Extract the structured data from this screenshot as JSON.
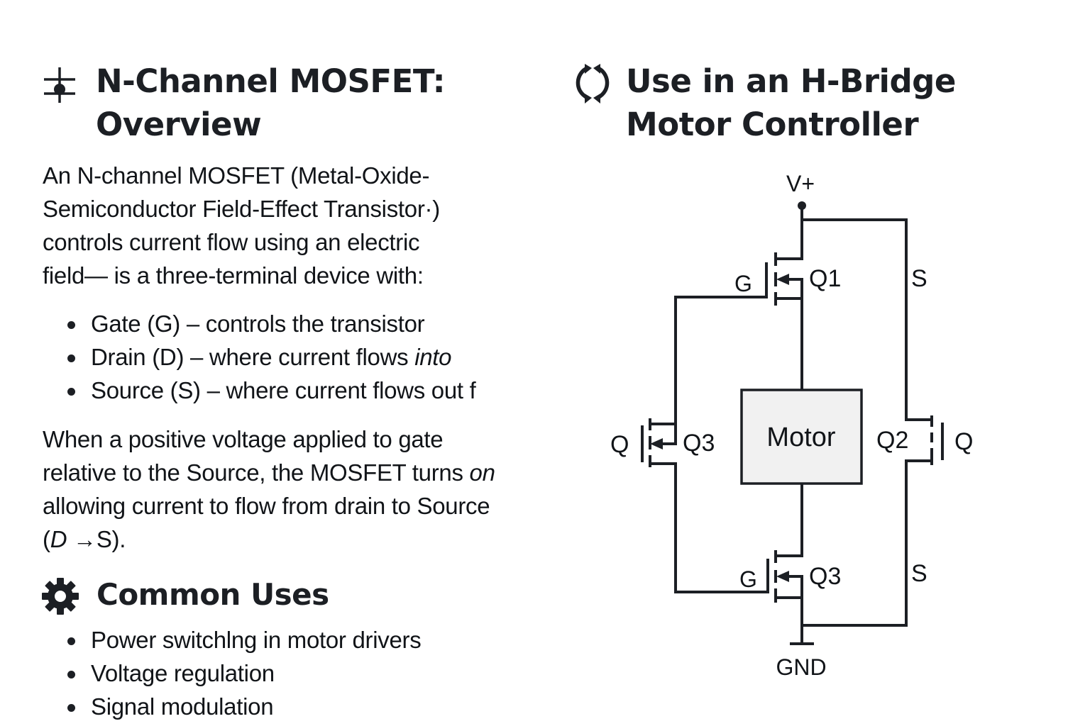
{
  "overview": {
    "icon": "mosfet-symbol-icon",
    "title_line1": "N-Channel MOSFET:",
    "title_line2": "Overview",
    "intro_lines": [
      "An N-channel MOSFET (Metal-Oxide-",
      "Semiconductor Field-Effect Transistor·)",
      "controls current flow using an electric",
      "field— is a three-terminal device with:"
    ],
    "terminals": [
      {
        "text": "Gate (G) – controls the transistor",
        "emph": ""
      },
      {
        "text": "Drain (D) – where current flows ",
        "emph": "into"
      },
      {
        "text": "Source (S) – where current flows out f",
        "emph": ""
      }
    ],
    "explain_lines": [
      {
        "text": "When a positive voltage applied to gate",
        "emph": ""
      },
      {
        "text": "relative to the Source, the MOSFET turns ",
        "emph": "on"
      },
      {
        "text": "allowing current to flow from drain to Source",
        "emph": ""
      }
    ],
    "explain_last": {
      "open": "(",
      "d": "D",
      "arrow": "→",
      "s": "S",
      "close": ")."
    }
  },
  "uses": {
    "icon": "gear-icon",
    "title": "Common Uses",
    "items": [
      "Power switchlng in motor drivers",
      "Voltage regulation",
      "Signal modulation"
    ]
  },
  "hbridge": {
    "icon": "cycle-arrows-icon",
    "title_line1": "Use in an H-Bridge",
    "title_line2": "Motor Controller",
    "diagram": {
      "supply_label": "V+",
      "ground_label": "GND",
      "motor_label": "Motor",
      "q1_label": "Q1",
      "q1_gate_label": "G",
      "q1_side_label": "S",
      "left_mid_outer_label": "Q",
      "left_mid_label": "Q3",
      "right_mid_label": "Q2",
      "right_mid_outer_label": "Q",
      "bottom_label": "Q3",
      "bottom_gate_label": "G",
      "bottom_side_label": "S",
      "colors": {
        "line": "#1c1f24",
        "motor_fill": "#f1f1f1"
      }
    }
  }
}
